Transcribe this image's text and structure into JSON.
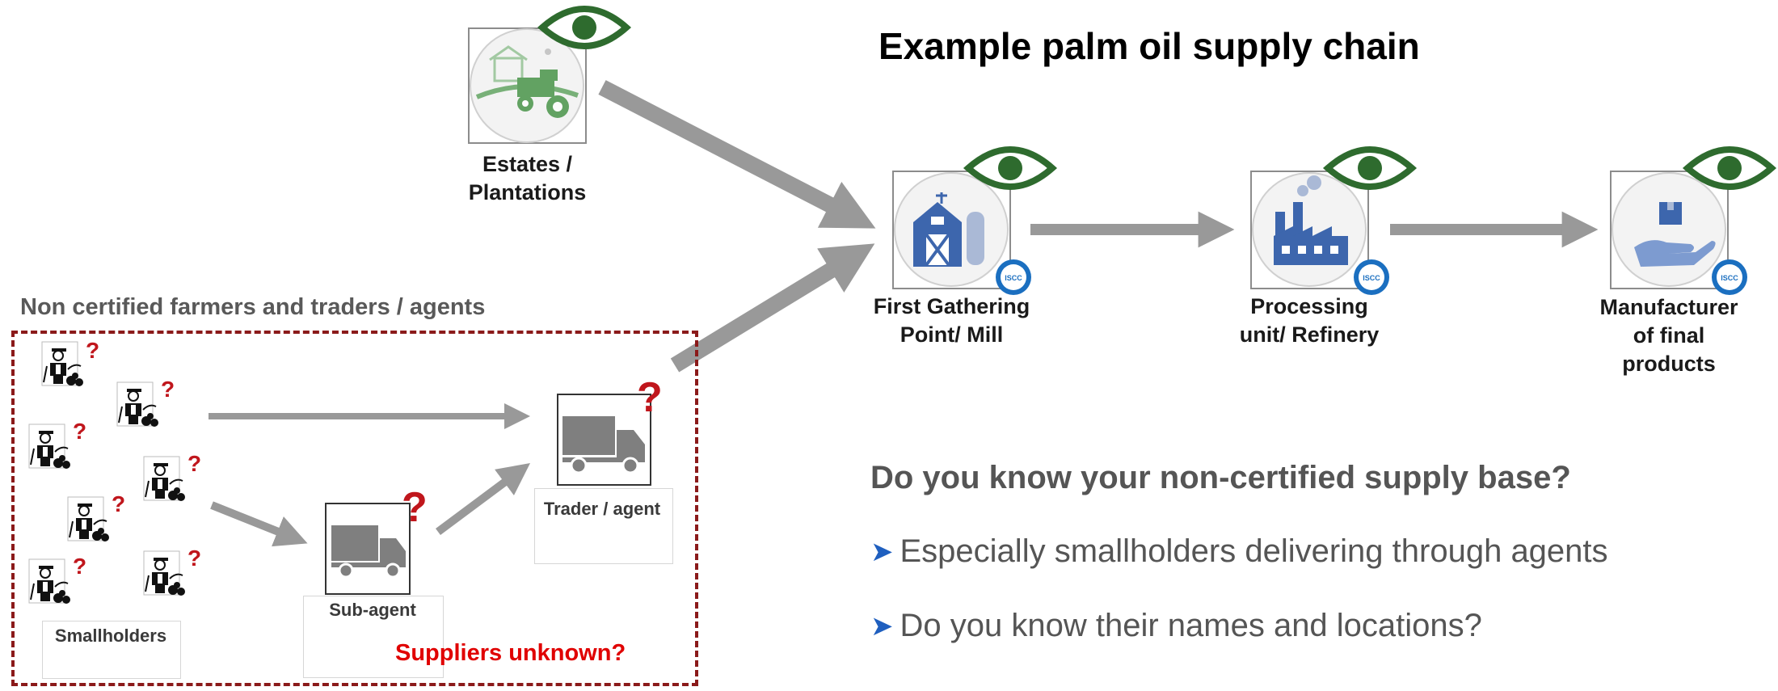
{
  "title": "Example palm oil supply chain",
  "nodes": {
    "estates": {
      "label_line1": "Estates /",
      "label_line2": "Plantations"
    },
    "mill": {
      "label_line1": "First Gathering",
      "label_line2": "Point/ Mill"
    },
    "refinery": {
      "label_line1": "Processing",
      "label_line2": "unit/ Refinery"
    },
    "manufacturer": {
      "label_line1": "Manufacturer",
      "label_line2": "of final",
      "label_line3": "products"
    }
  },
  "non_certified": {
    "heading": "Non certified farmers and traders / agents",
    "smallholders_label": "Smallholders",
    "subagent_label": "Sub-agent",
    "trader_label": "Trader / agent",
    "unknown_label": "Suppliers unknown?",
    "question_mark": "?"
  },
  "badge_text": "ISCC",
  "question": "Do you know your non-certified supply base?",
  "bullets": [
    "Especially smallholders delivering through agents",
    "Do you know their names and locations?"
  ],
  "colors": {
    "eye": "#2e6b2e",
    "arrow": "#999999",
    "dashed_border": "#8b1a1a",
    "unknown_red": "#e00000",
    "icon_blue": "#3d66ad",
    "badge_blue": "#1b6fc0"
  },
  "icons": [
    "eye-icon",
    "tractor-icon",
    "barn-icon",
    "factory-icon",
    "hand-box-icon",
    "truck-icon",
    "farmer-icon",
    "iscc-badge"
  ]
}
